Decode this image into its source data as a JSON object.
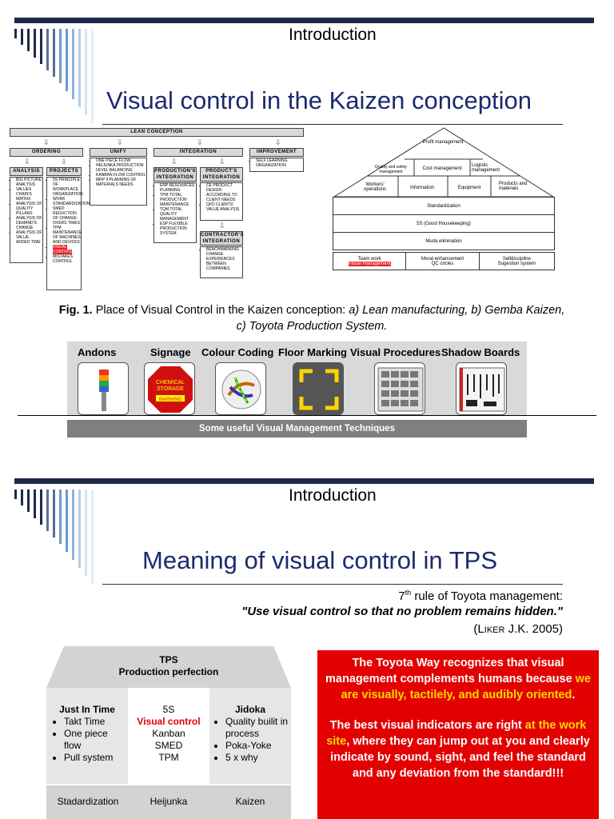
{
  "slide1": {
    "label": "Introduction",
    "title": "Visual control in the Kaizen conception",
    "lean": {
      "header": "LEAN CONCEPTION",
      "groups": [
        {
          "name": "ORDERING",
          "sub": [
            {
              "name": "ANALYSIS",
              "items": [
                "BIG PICTURE ANALYSIS",
                "VALUES CHAIN'S MATRIX",
                "ANALYSIS OF QUALITY PILLARS",
                "ANALYSIS OF DEMAND'S CHANGE",
                "ANALYSIS OF VALUE ADDED TIME"
              ]
            },
            {
              "name": "PROJECTS",
              "items": [
                "5S PRINCIPLE OF WORKPLACE ORGANIZATION",
                "WORK STANDARDIZATION",
                "SMED REDUCTION OF CHANGE-OVERS TIMES",
                "TPM MAINTENANCE OF MACHINES AND DEVICES",
                "VISUAL CONTROL",
                "MISTAKES CONTROL"
              ]
            }
          ]
        },
        {
          "name": "UNIFY",
          "items": [
            "ONE PIECE FLOW",
            "HEIJUNKA PRODUCTION LEVEL BALANCING",
            "KANBAN FLOW CONTROL",
            "MRP II PLANNING OF MATERIALS NEEDS"
          ]
        },
        {
          "name": "INTEGRATION",
          "sub": [
            {
              "name": "PRODUCTION'S INTEGRATION",
              "items": [
                "ERP RESOURCES PLANNING",
                "TPM TOTAL PRODUCTION MAINTENANCE",
                "TQM TOTAL QUALITY MANAGEMENT",
                "ESP FLEXIBLE PRODUCTION SYSTEM"
              ]
            },
            {
              "name": "PRODUCT'S INTEGRATION",
              "items": [
                "CE PRODUCT DESIGN ACCORDING TO CLIENT NEEDS",
                "QFD CLIENTS' VALUE ANALYSIS"
              ]
            },
            {
              "name": "CONTRACTOR'S INTEGRATION",
              "items": [
                "BENCHMARKING CHANGE EXPERIENCES BETWEEN COMPANIES"
              ]
            }
          ]
        },
        {
          "name": "IMPROVEMENT",
          "items": [
            "SELF LEARNING ORGANIZATION"
          ]
        }
      ]
    },
    "house": {
      "roof_top": "Profit management",
      "roof_mid": [
        "Quality and safety management",
        "Cost management",
        "Logistic management"
      ],
      "roof_base": [
        "Workers' operations",
        "Information",
        "Equipment",
        "Products and materials"
      ],
      "layers": [
        "Standardization",
        "5S (Good Housekeeping)",
        "Muda elimination"
      ],
      "pillars": [
        {
          "lines": [
            "Team work",
            "Visual management"
          ]
        },
        {
          "lines": [
            "Moral enhancement",
            "QC circles"
          ]
        },
        {
          "lines": [
            "Selfdiscipline",
            "Sugestion system"
          ]
        }
      ]
    },
    "caption": {
      "bold": "Fig. 1.",
      "text": " Place of Visual Control in the Kaizen conception: ",
      "italic1": "a) Lean manufacturing, b) Gemba Kaizen,",
      "italic2": "c) Toyota Production System."
    },
    "techniques": {
      "labels": [
        "Andons",
        "Signage",
        "Colour Coding",
        "Floor Marking",
        "Visual Procedures",
        "Shadow Boards"
      ],
      "footer": "Some useful Visual Management Techniques",
      "signage_text": [
        "CHEMICAL",
        "STORAGE",
        "WARNING"
      ]
    }
  },
  "slide2": {
    "label": "Introduction",
    "title": "Meaning of visual control in TPS",
    "rule": {
      "prefix": "7",
      "sup": "th",
      "suffix": " rule of Toyota management:"
    },
    "quote": "\"Use visual control so that no problem remains hidden.\"",
    "citation": {
      "open": "(",
      "author_caps": "L",
      "author_small": "IKER",
      "rest": " J.K. 2005)"
    },
    "tps": {
      "roof": [
        "TPS",
        "Production perfection"
      ],
      "jit": {
        "title": "Just In Time",
        "items": [
          "Takt Time",
          "One piece flow",
          "Pull system"
        ]
      },
      "center": {
        "lines": [
          "5S",
          "Visual control",
          "Kanban",
          "SMED",
          "TPM"
        ],
        "highlight": "Visual control"
      },
      "jidoka": {
        "title": "Jidoka",
        "items": [
          "Quality builit in process",
          "Poka-Yoke",
          "5 x why"
        ]
      },
      "base": [
        "Stadardization",
        "Heijunka",
        "Kaizen"
      ]
    },
    "redbox": {
      "p1_a": "The Toyota Way recognizes that visual management complements humans because ",
      "p1_yellow": "we are visually, tactilely, and audibly oriented",
      "p1_end": ".",
      "p2_a": "The best visual indicators are right ",
      "p2_yellow": "at the work site",
      "p2_b": ", where they can jump out at you and clearly indicate by sound, sight, and feel the standard and any deviation from the standard!!!"
    }
  },
  "colors": {
    "navy": "#1f2a4a",
    "title_blue": "#1c2a6e",
    "red": "#e30000",
    "yellow": "#ffd800",
    "grey_band": "#7f7f7f"
  }
}
